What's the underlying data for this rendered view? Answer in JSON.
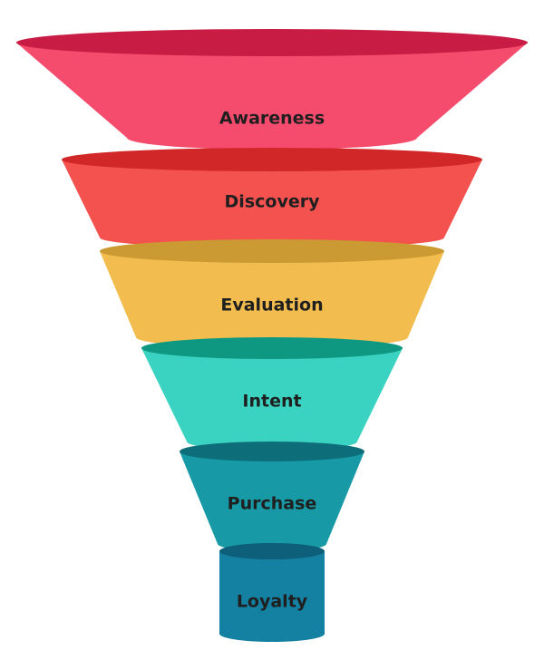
{
  "funnel": {
    "stages": [
      {
        "label": "Awareness",
        "side_color": "#F54C6E",
        "top_color": "#C81C44"
      },
      {
        "label": "Discovery",
        "side_color": "#F4524F",
        "top_color": "#D22728"
      },
      {
        "label": "Evaluation",
        "side_color": "#F2BD4E",
        "top_color": "#CC9A32"
      },
      {
        "label": "Intent",
        "side_color": "#3AD3C2",
        "top_color": "#0E9781"
      },
      {
        "label": "Purchase",
        "side_color": "#1799A6",
        "top_color": "#0D6E79"
      },
      {
        "label": "Loyalty",
        "side_color": "#1481A2",
        "top_color": "#0E5F79"
      }
    ]
  }
}
